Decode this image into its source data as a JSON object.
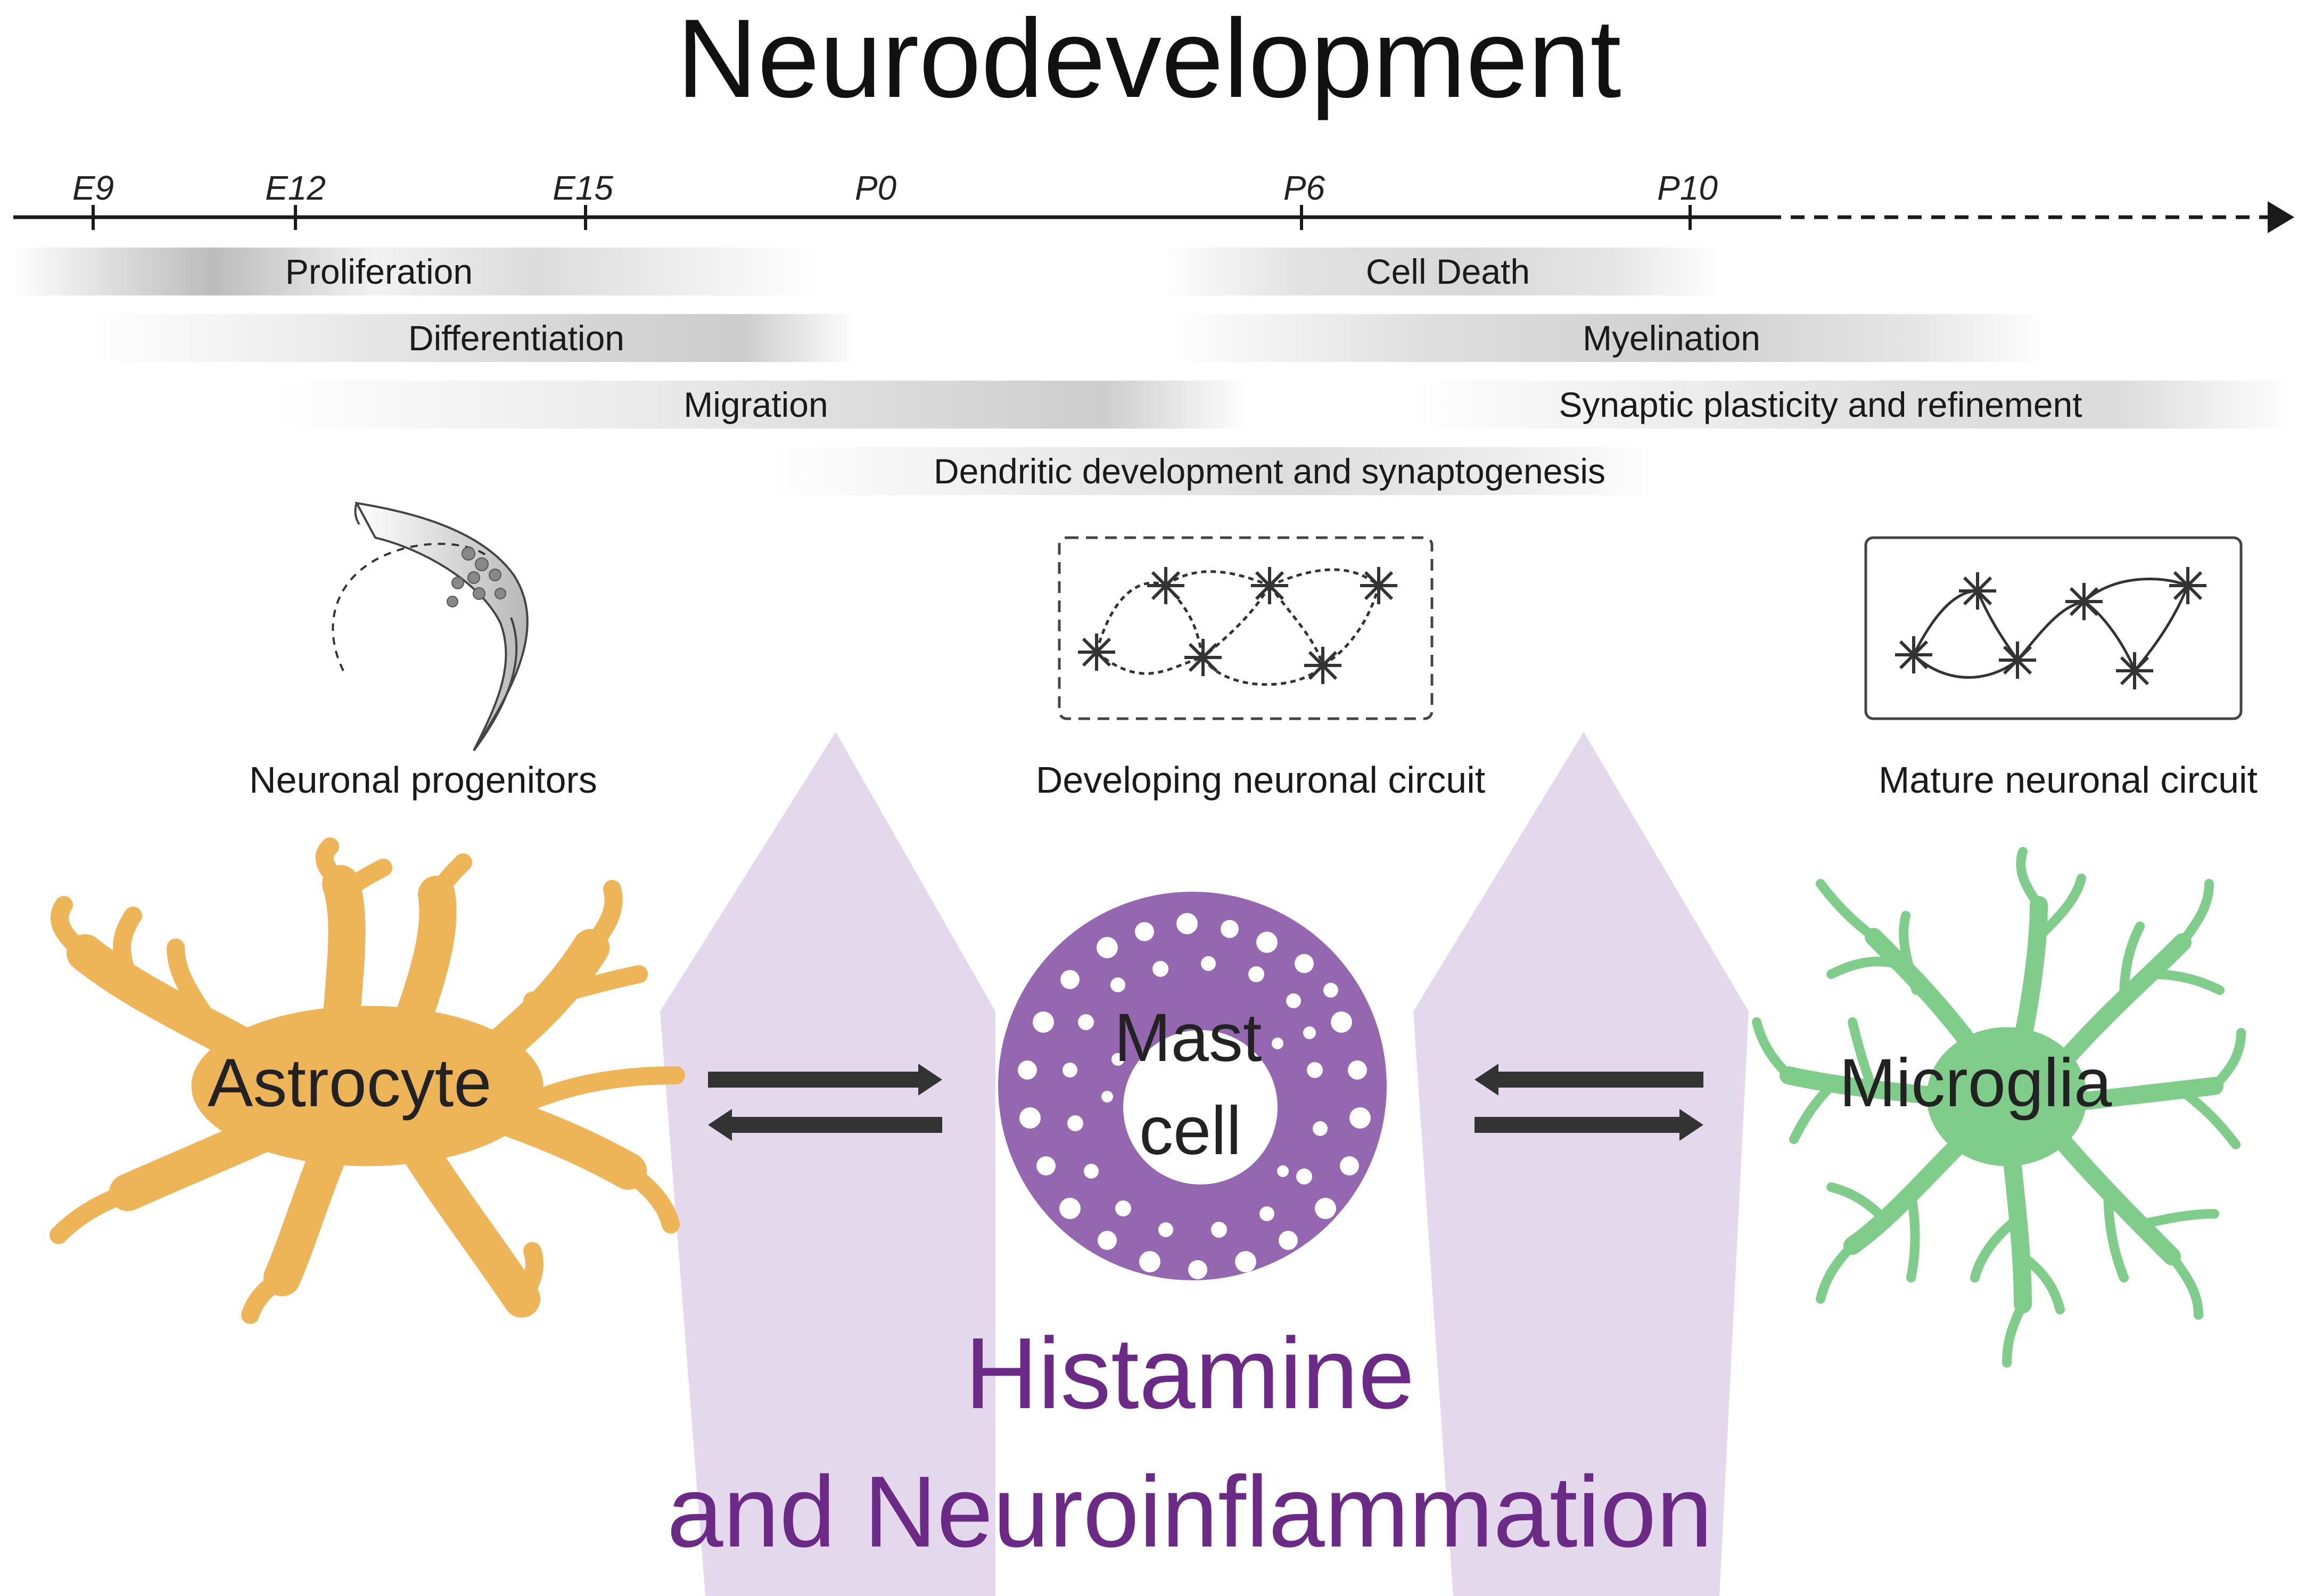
{
  "title": "Neurodevelopment",
  "timeline": {
    "ticks": [
      "E9",
      "E12",
      "E15",
      "P0",
      "P6",
      "P10"
    ]
  },
  "processes": {
    "proliferation": "Proliferation",
    "differentiation": "Differentiation",
    "migration": "Migration",
    "dendritic": "Dendritic development and synaptogenesis",
    "cell_death": "Cell Death",
    "myelination": "Myelination",
    "synaptic": "Synaptic plasticity and refinement"
  },
  "stages": {
    "progenitors": "Neuronal progenitors",
    "developing": "Developing neuronal circuit",
    "mature": "Mature neuronal circuit"
  },
  "cells": {
    "astrocyte": "Astrocyte",
    "mast_line1": "Mast",
    "mast_line2": "cell",
    "microglia": "Microglia"
  },
  "bottom": {
    "line1": "Histamine",
    "line2": "and Neuroinflammation"
  },
  "colors": {
    "astrocyte": "#eeb558",
    "mast_cell": "#9567b1",
    "microglia": "#7fcc8b",
    "highlight": "#e3d6ea",
    "histamine_text": "#6b2a86"
  }
}
